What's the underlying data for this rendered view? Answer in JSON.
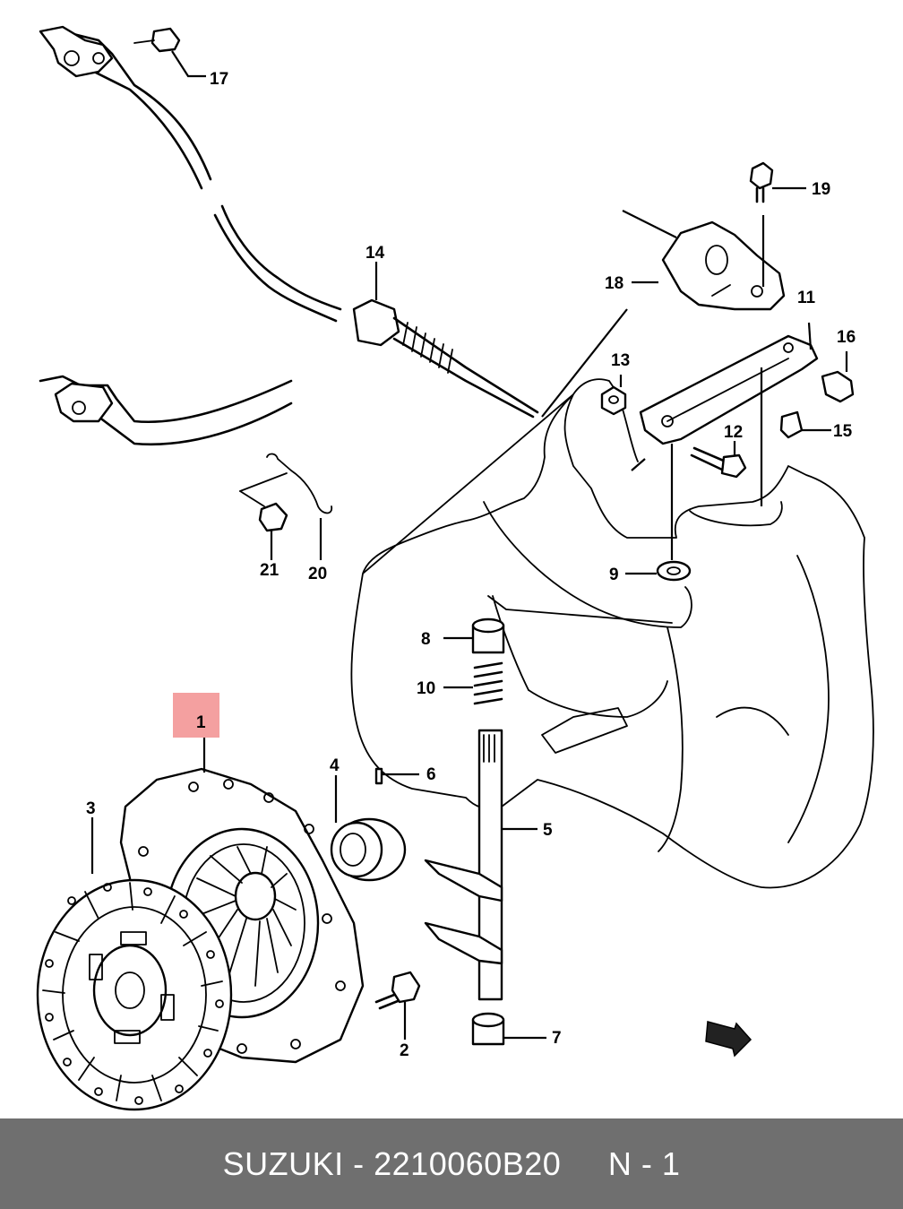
{
  "diagram": {
    "part_labels": [
      "1",
      "2",
      "3",
      "4",
      "5",
      "6",
      "7",
      "8",
      "9",
      "10",
      "11",
      "12",
      "13",
      "14",
      "15",
      "16",
      "17",
      "18",
      "19",
      "20",
      "21"
    ],
    "highlighted_part": "1",
    "highlight_color": "#f4a0a0"
  },
  "footer": {
    "brand": "SUZUKI",
    "separator": " - ",
    "part_number": "2210060B20",
    "gap": "     ",
    "position": "N - 1"
  }
}
